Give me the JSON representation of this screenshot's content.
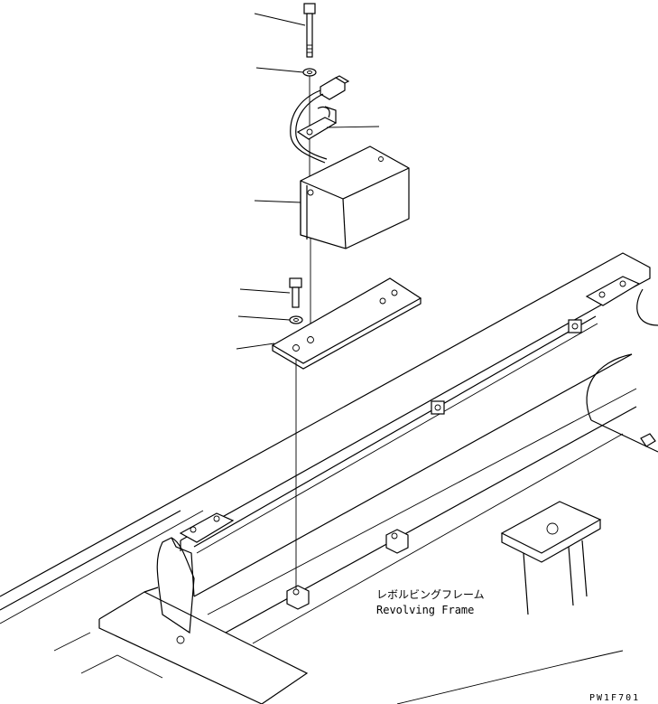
{
  "frame_label": {
    "jp": "レボルビングフレーム",
    "en": "Revolving Frame"
  },
  "drawing_code": "PW1F701",
  "colors": {
    "ink": "#000000",
    "paper": "#ffffff"
  }
}
